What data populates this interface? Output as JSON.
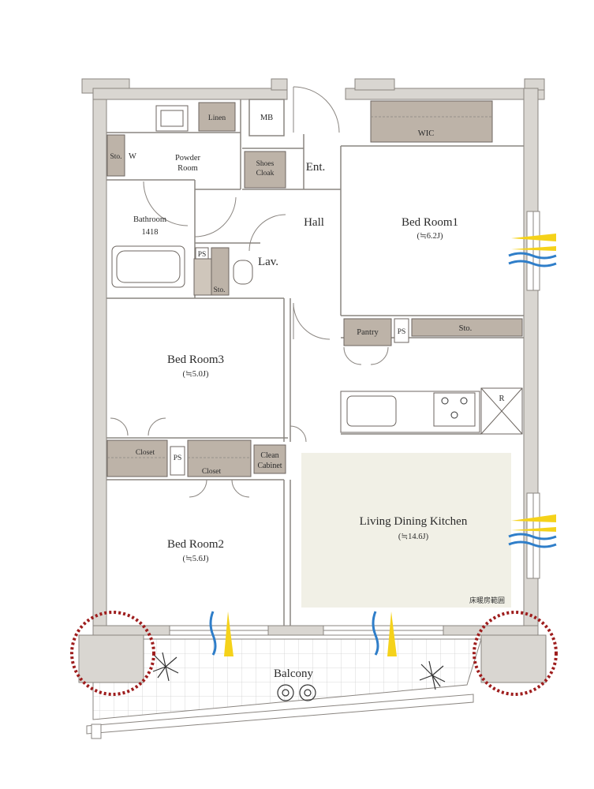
{
  "rooms": {
    "bed1": {
      "name": "Bed Room1",
      "size": "(≒6.2J)"
    },
    "bed2": {
      "name": "Bed Room2",
      "size": "(≒5.6J)"
    },
    "bed3": {
      "name": "Bed Room3",
      "size": "(≒5.0J)"
    },
    "ldk": {
      "name": "Living Dining Kitchen",
      "size": "(≒14.6J)"
    },
    "hall": {
      "name": "Hall"
    },
    "lav": {
      "name": "Lav."
    },
    "ent": {
      "name": "Ent."
    },
    "bathroom": {
      "name": "Bathroom",
      "size": "1418"
    },
    "powder": {
      "line1": "Powder",
      "line2": "Room"
    },
    "balcony": {
      "name": "Balcony"
    }
  },
  "storage": {
    "mb": "MB",
    "linen": "Linen",
    "sto_w": "Sto.",
    "w": "W",
    "shoes_line1": "Shoes",
    "shoes_line2": "Cloak",
    "wic": "WIC",
    "ps_lav": "PS",
    "sto_lav": "Sto.",
    "pantry": "Pantry",
    "ps_kitchen": "PS",
    "sto_kitchen": "Sto.",
    "closet3": "Closet",
    "ps_mid": "PS",
    "closet2": "Closet",
    "clean_line1": "Clean",
    "clean_line2": "Cabinet",
    "fridge": "R"
  },
  "notes": {
    "floor_heating": "床暖房範囲"
  },
  "colors": {
    "wall": "#d9d6d1",
    "wall_edge": "#8a8580",
    "storage_fill": "#bdb3a8",
    "floor_heating": "#f1f0e6",
    "air_blue": "#2f7ec9",
    "light_yellow": "#f5d21a",
    "highlight_red": "#9e1d1d"
  }
}
